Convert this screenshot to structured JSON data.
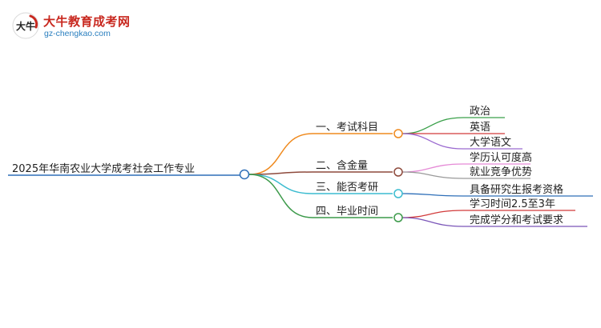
{
  "logo": {
    "badge_text": "大牛",
    "title": "大牛教育成考网",
    "url": "gz-chengkao.com"
  },
  "mindmap": {
    "root": "2025年华南农业大学成考社会工作专业",
    "branches": [
      {
        "label": "一、考试科目",
        "color": "#ef8a1f",
        "leaves": [
          {
            "label": "政治",
            "color": "#3aa04a"
          },
          {
            "label": "英语",
            "color": "#d23b3b"
          },
          {
            "label": "大学语文",
            "color": "#9b6ad0"
          }
        ]
      },
      {
        "label": "二、含金量",
        "color": "#8e4a3c",
        "leaves": [
          {
            "label": "学历认可度高",
            "color": "#e58ad6"
          },
          {
            "label": "就业竞争优势",
            "color": "#9a9a9a"
          }
        ]
      },
      {
        "label": "三、能否考研",
        "color": "#3cbcd0",
        "leaves": [
          {
            "label": "具备研究生报考资格",
            "color": "#2e6fb8"
          }
        ]
      },
      {
        "label": "四、毕业时间",
        "color": "#3c9a4a",
        "leaves": [
          {
            "label": "学习时间2.5至3年",
            "color": "#d23b3b"
          },
          {
            "label": "完成学分和考试要求",
            "color": "#7a55b8"
          }
        ]
      }
    ]
  },
  "colors": {
    "root_line": "#2e6fb8",
    "logo_red": "#c8281f",
    "logo_blue": "#2a7fbf"
  }
}
